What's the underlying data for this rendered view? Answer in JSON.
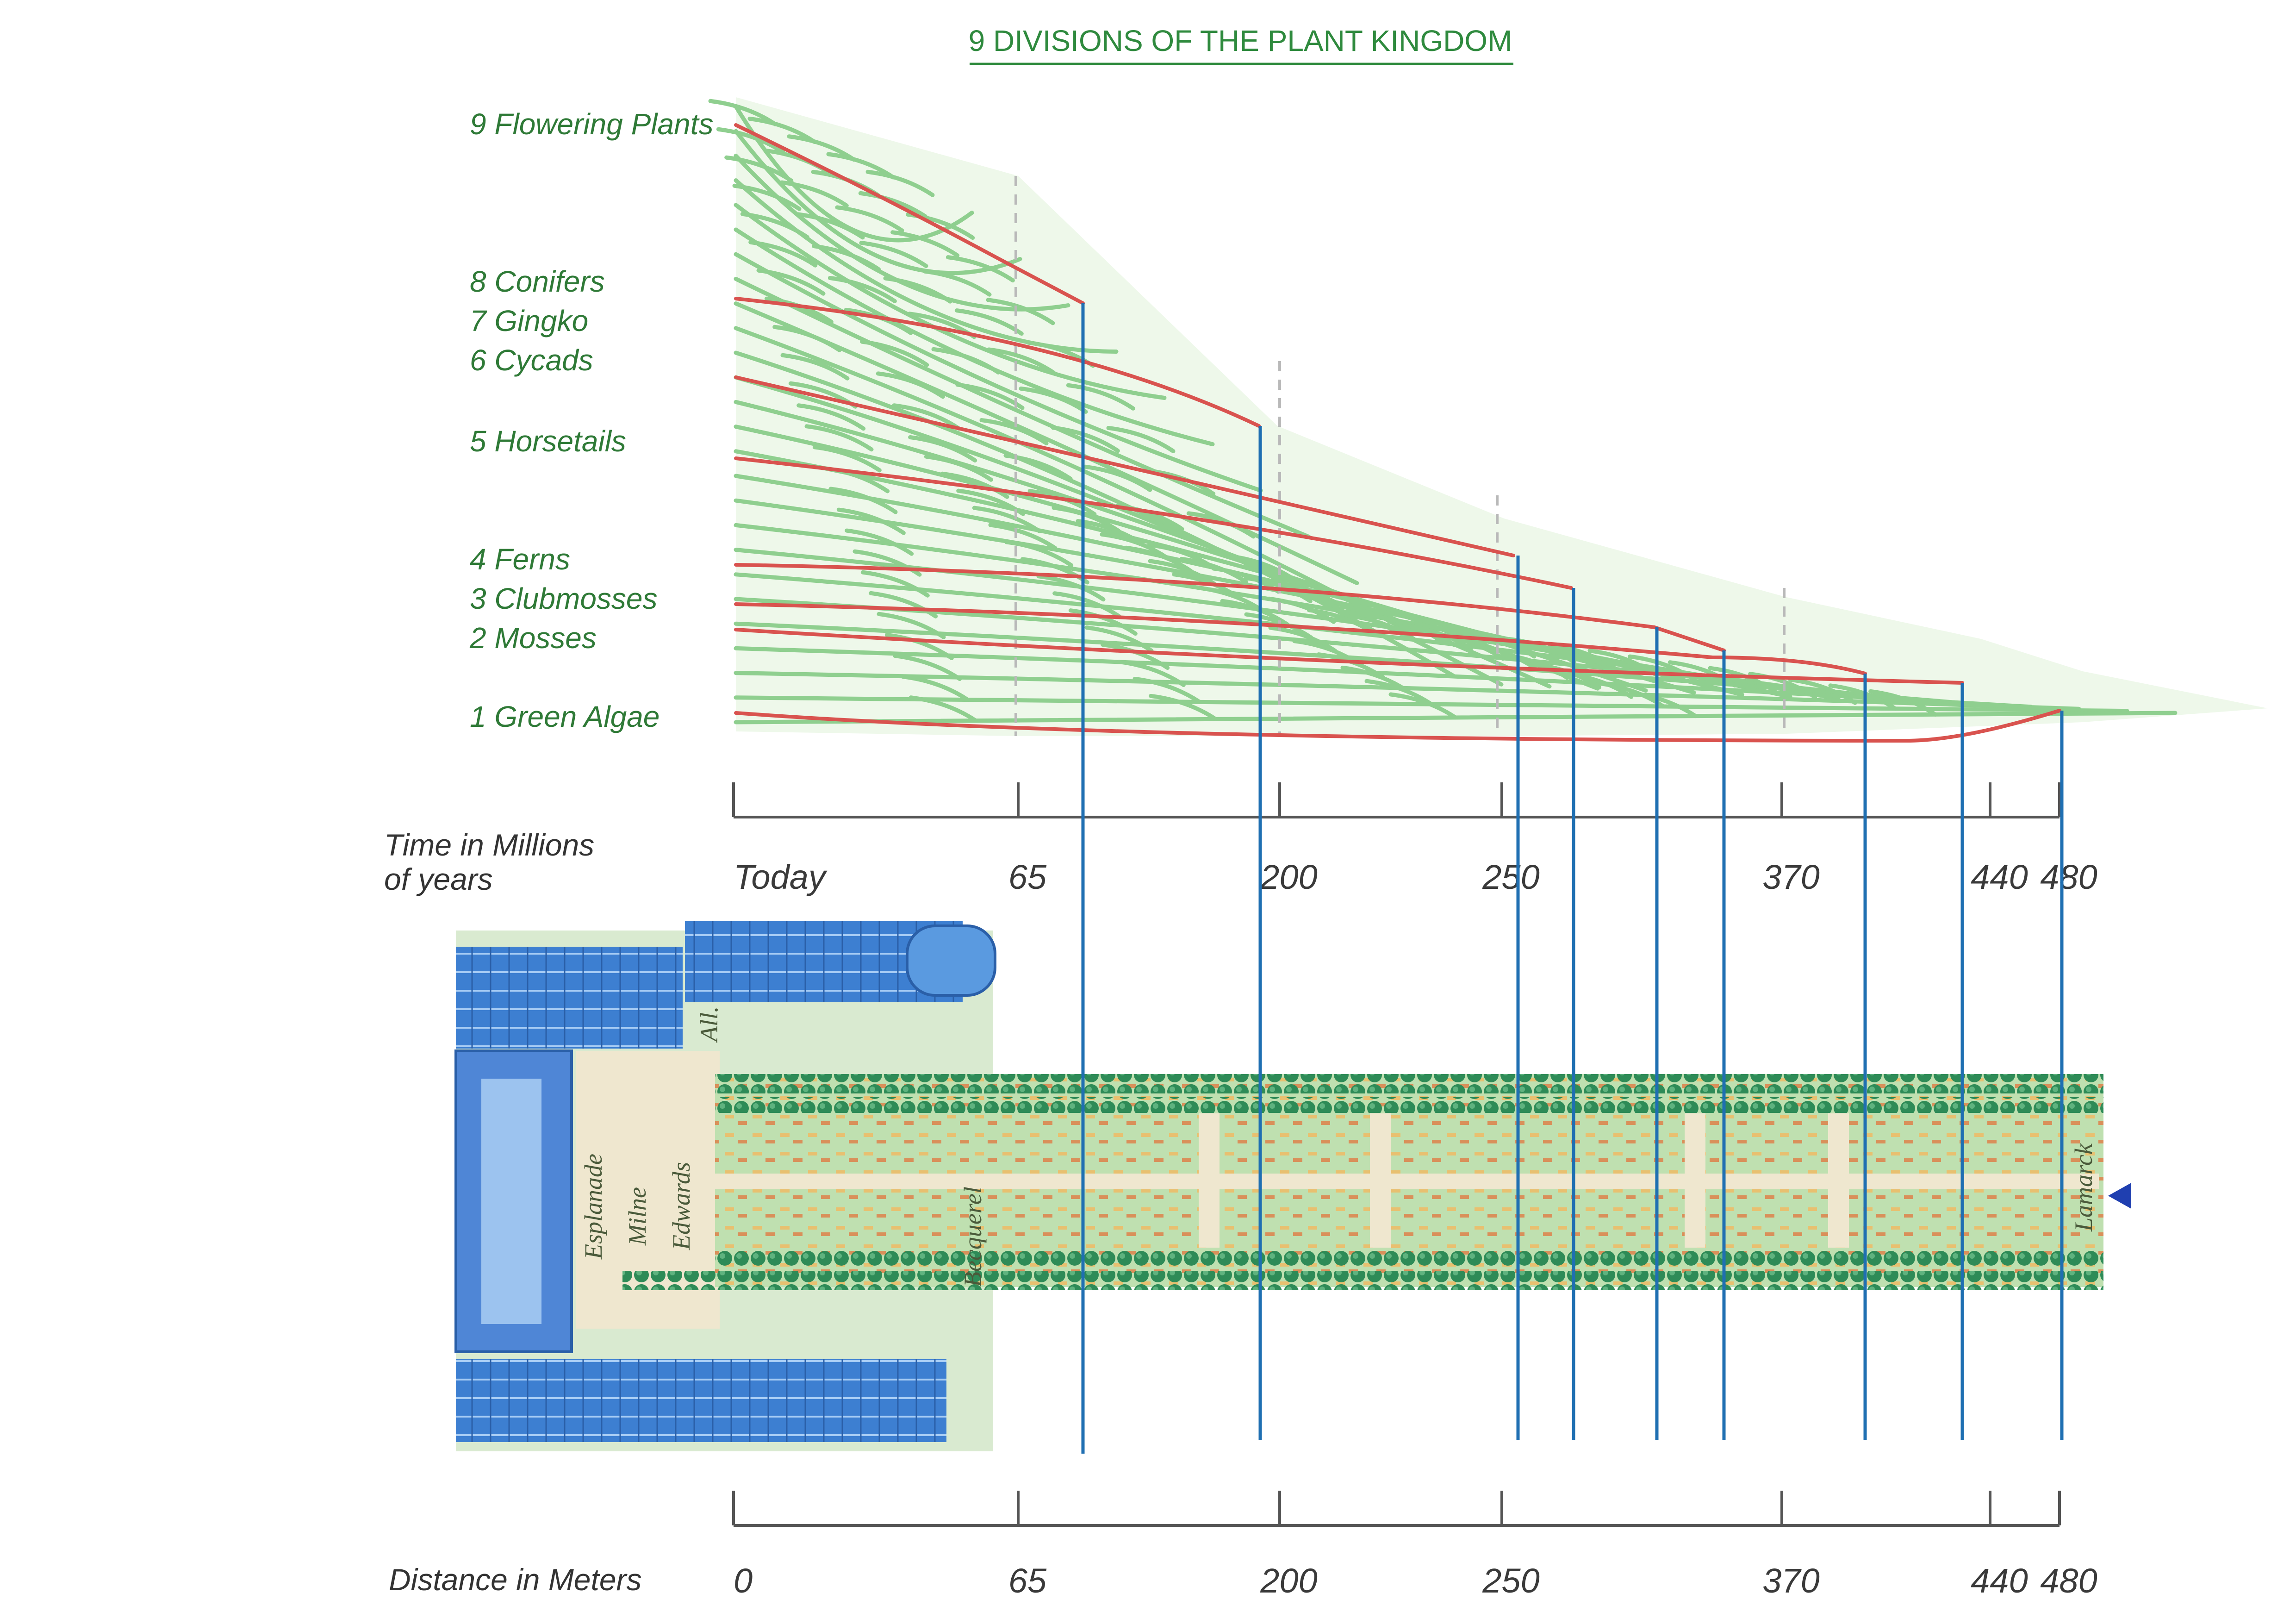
{
  "title": "9 DIVISIONS OF THE PLANT KINGDOM",
  "colors": {
    "green_branch": "#8fcf8f",
    "red_lineage": "#d9534f",
    "blue_guide": "#1f6fb2",
    "title_green": "#2f8a3e",
    "label_green": "#2f7a37",
    "building_blue": "#3d7fd1",
    "hedge_green": "#2e8b57",
    "garden_green": "#b5d8a6"
  },
  "divisions": [
    {
      "label": "9 Flowering Plants"
    },
    {
      "label": "8 Conifers"
    },
    {
      "label": "7 Gingko"
    },
    {
      "label": "6 Cycads"
    },
    {
      "label": "5 Horsetails"
    },
    {
      "label": "4 Ferns"
    },
    {
      "label": "3 Clubmosses"
    },
    {
      "label": "2 Mosses"
    },
    {
      "label": "1 Green Algae"
    }
  ],
  "time_axis": {
    "title_line1": "Time in Millions",
    "title_line2": "of  years",
    "ticks": [
      "Today",
      "65",
      "200",
      "250",
      "370",
      "440",
      "480"
    ]
  },
  "distance_axis": {
    "title": "Distance in Meters",
    "ticks": [
      "0",
      "65",
      "200",
      "250",
      "370",
      "440",
      "480"
    ]
  },
  "map": {
    "labels": {
      "explanade_1": "Esplanade",
      "explanade_2": "Milne",
      "explanade_3": "Edwards",
      "alley_top": "All.",
      "becquerel": "Becquerel",
      "lamarck": "Lamarck"
    },
    "icons": [
      "greenhouse-icon",
      "gallery-building-icon",
      "entrance-arrow-icon"
    ]
  }
}
